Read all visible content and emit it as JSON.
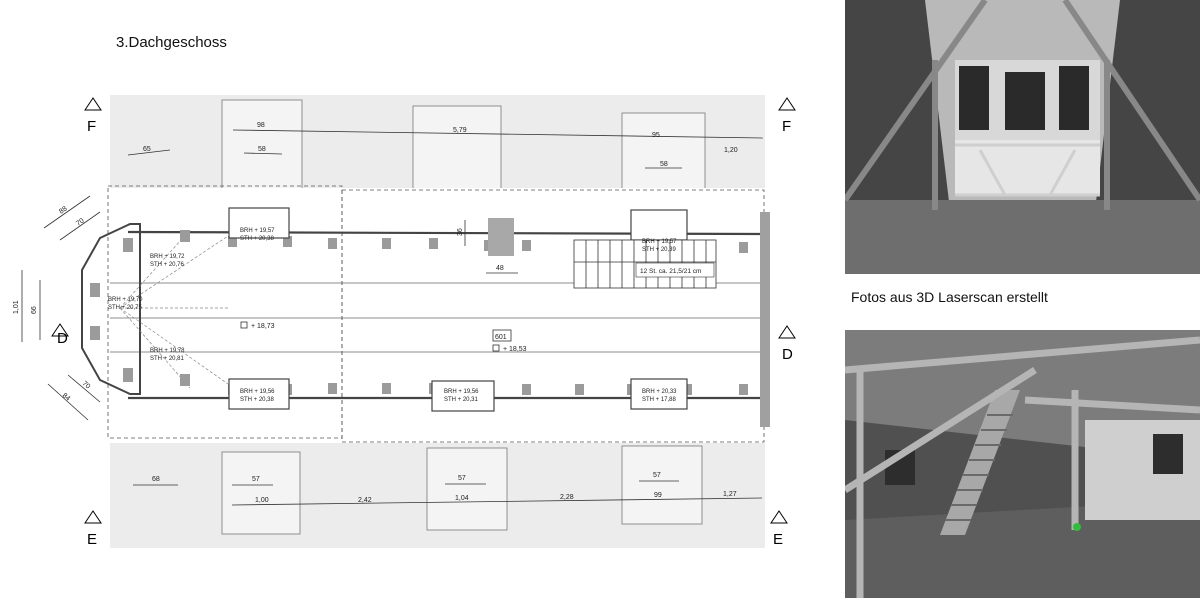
{
  "title": "3.Dachgeschoss",
  "caption": "Fotos aus 3D Laserscan erstellt",
  "section_markers": {
    "f": "F",
    "d": "D",
    "e": "E"
  },
  "dims_top": {
    "d65": "65",
    "d98": "98",
    "d58a": "58",
    "d579": "5,79",
    "d95": "95",
    "d58b": "58",
    "d120": "1,20"
  },
  "dims_bottom": {
    "d68": "68",
    "d57a": "57",
    "d100": "1,00",
    "d242": "2,42",
    "d57b": "57",
    "d104": "1,04",
    "d228": "2,28",
    "d57c": "57",
    "d99": "99",
    "d127": "1,27"
  },
  "dims_left": {
    "d88": "88",
    "d70": "70",
    "d101": "1,01",
    "d66": "66",
    "d70b": "70",
    "d84": "84"
  },
  "dims_inner": {
    "d36": "36",
    "d48": "48"
  },
  "windows": [
    {
      "brh": "BRH + 19,57",
      "sth": "STH + 20,38"
    },
    {
      "brh": "BRH + 19,72",
      "sth": "STH + 20,76"
    },
    {
      "brh": "BRH + 19,70",
      "sth": "STH + 20,75"
    },
    {
      "brh": "BRH + 19,78",
      "sth": "STH + 20,81"
    },
    {
      "brh": "BRH + 19,57",
      "sth": "STH + 20,39"
    },
    {
      "brh": "BRH + 19,56",
      "sth": "STH + 20,38"
    },
    {
      "brh": "BRH + 19,56",
      "sth": "STH + 20,31"
    },
    {
      "brh": "BRH + 20,33",
      "sth": "STH + 17,88"
    }
  ],
  "levels": {
    "l1": "+ 18,73",
    "l2": "+ 18,53"
  },
  "room_number": "601",
  "stair_note": "12 St. ca. 21,5/21 cm"
}
